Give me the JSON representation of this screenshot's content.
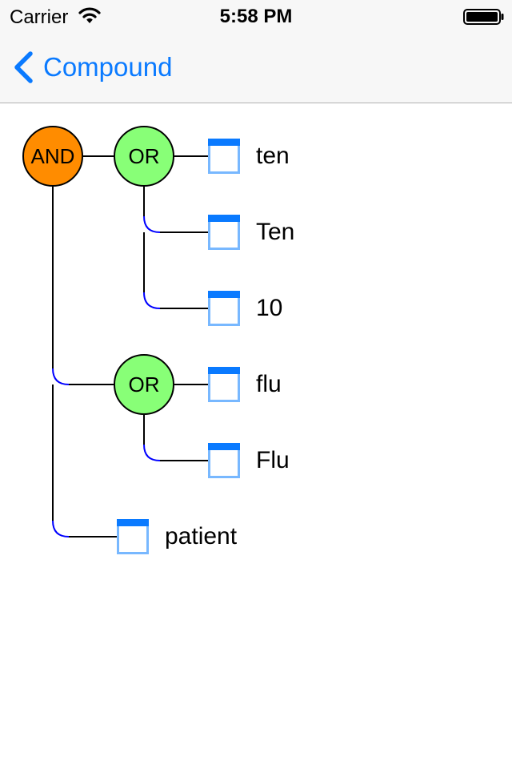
{
  "status_bar": {
    "carrier": "Carrier",
    "time": "5:58 PM"
  },
  "nav": {
    "back_label": "Compound"
  },
  "tree": {
    "root": "AND",
    "group_1": {
      "operator": "OR",
      "terms": [
        "ten",
        "Ten",
        "10"
      ]
    },
    "group_2": {
      "operator": "OR",
      "terms": [
        "flu",
        "Flu"
      ]
    },
    "term": "patient"
  },
  "colors": {
    "tint": "#0a7aff",
    "and_node": "#ff8c00",
    "or_node": "#88ff77",
    "connector_curve": "#0000ff",
    "doc_icon_header": "#0a7aff",
    "doc_icon_frame": "#78b8ff"
  },
  "icons": {
    "back": "chevron-left-icon",
    "term": "document-icon",
    "wifi": "wifi-icon",
    "battery": "battery-icon"
  }
}
